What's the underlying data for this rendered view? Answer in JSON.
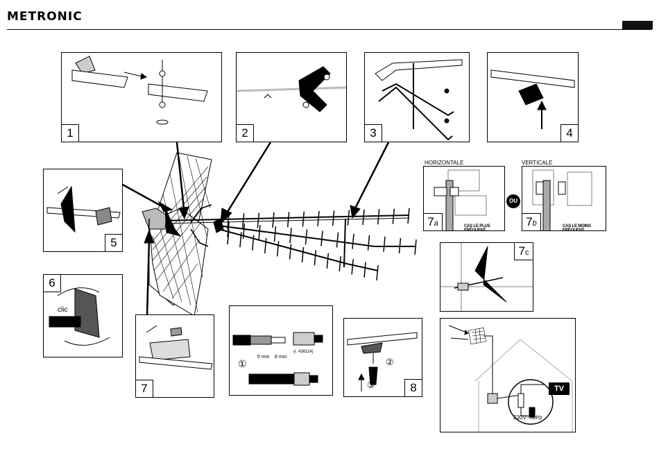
{
  "header": {
    "brand": "METRONIC"
  },
  "steps": {
    "s1": "1",
    "s2": "2",
    "s3": "3",
    "s4": "4",
    "s5": "5",
    "s6": "6",
    "s7": "7",
    "s8": "8",
    "s7a_num": "7",
    "s7a_sub": "a",
    "s7b_num": "7",
    "s7b_sub": "b",
    "s7c_num": "7",
    "s7c_sub": "c"
  },
  "orientation": {
    "horizontal": "HORIZONTALE",
    "vertical": "VERTICALE",
    "ou": "OU",
    "most_frequent": "CAS LE PLUS FRÉQUENT",
    "least_frequent": "CAS LE MOINS FRÉQUENT"
  },
  "step6": {
    "clic": "clic"
  },
  "cable": {
    "mm5": "5 mm",
    "mm8": "8 mm",
    "ref": "(r. 438114)",
    "c1": "①"
  },
  "step8": {
    "c2": "②",
    "c3": "③"
  },
  "house": {
    "tv": "TV",
    "mains": "230V~50Hz"
  }
}
